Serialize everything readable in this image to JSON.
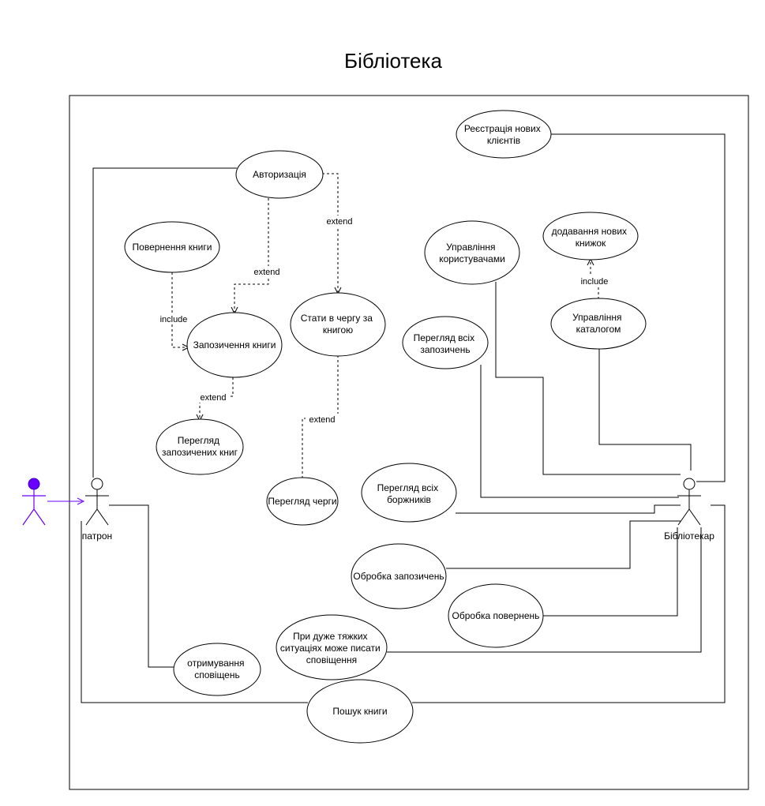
{
  "diagram": {
    "title": "Бібліотека",
    "actors": {
      "patron": "патрон",
      "librarian": "Бібліотекар"
    },
    "use_cases": {
      "registration": [
        "Реєстрація нових",
        "клієнтів"
      ],
      "authorization": [
        "Авторизація"
      ],
      "return_book": [
        "Повернення книги"
      ],
      "borrow_book": [
        "Запозичення книги"
      ],
      "view_borrowed": [
        "Перегляд",
        "запозичених книг"
      ],
      "queue_book": [
        "Стати в чергу за",
        "книгою"
      ],
      "view_queue": [
        "Перегляд черги"
      ],
      "manage_users": [
        "Управління",
        "користувачами"
      ],
      "add_books": [
        "додавання нових",
        "книжок"
      ],
      "manage_catalog": [
        "Управління",
        "каталогом"
      ],
      "view_all_borrowings": [
        "Перегляд всіх",
        "запозичень"
      ],
      "view_debtors": [
        "Перегляд всіх",
        "боржників"
      ],
      "process_borrowings": [
        "Обробка запозичень"
      ],
      "process_returns": [
        "Обробка повернень"
      ],
      "emergency_notifications": [
        "При дуже тяжких",
        "ситуаціях може писати",
        "сповіщення"
      ],
      "receive_notifications": [
        "отримування",
        "сповіщень"
      ],
      "search_book": [
        "Пошук книги"
      ]
    },
    "relations": {
      "extend": "extend",
      "include": "include"
    },
    "colors": {
      "accent_actor": "#6a00ff",
      "accent_actor_stroke": "#3700cc",
      "stroke": "#000000",
      "background": "#ffffff"
    }
  }
}
